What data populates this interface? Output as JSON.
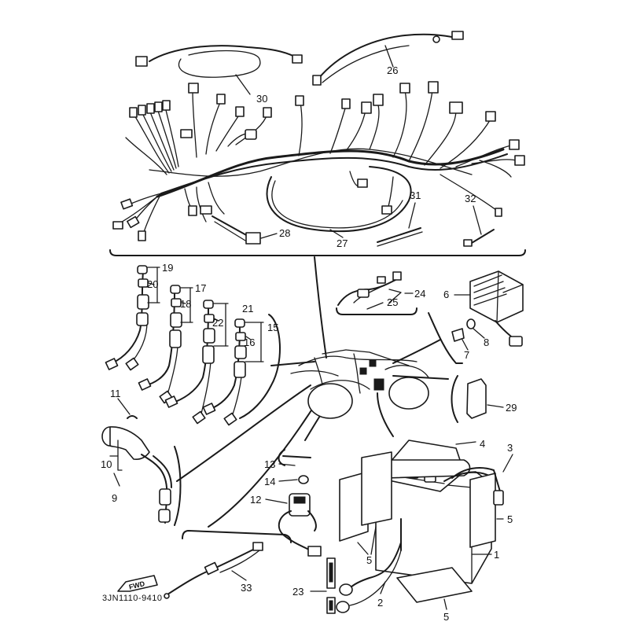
{
  "diagram": {
    "catalog_code": "3JN1110-9410",
    "fwd_label": "FWD",
    "parts": {
      "p1": "1",
      "p2": "2",
      "p3": "3",
      "p4": "4",
      "p5a": "5",
      "p5b": "5",
      "p5c": "5",
      "p6": "6",
      "p7": "7",
      "p8": "8",
      "p9": "9",
      "p10": "10",
      "p11": "11",
      "p12": "12",
      "p13": "13",
      "p14": "14",
      "p15": "15",
      "p16": "16",
      "p17": "17",
      "p18": "18",
      "p19": "19",
      "p20": "20",
      "p21": "21",
      "p22": "22",
      "p23": "23",
      "p24": "24",
      "p25": "25",
      "p26": "26",
      "p27": "27",
      "p28": "28",
      "p29": "29",
      "p30": "30",
      "p31": "31",
      "p32": "32",
      "p33": "33"
    }
  }
}
